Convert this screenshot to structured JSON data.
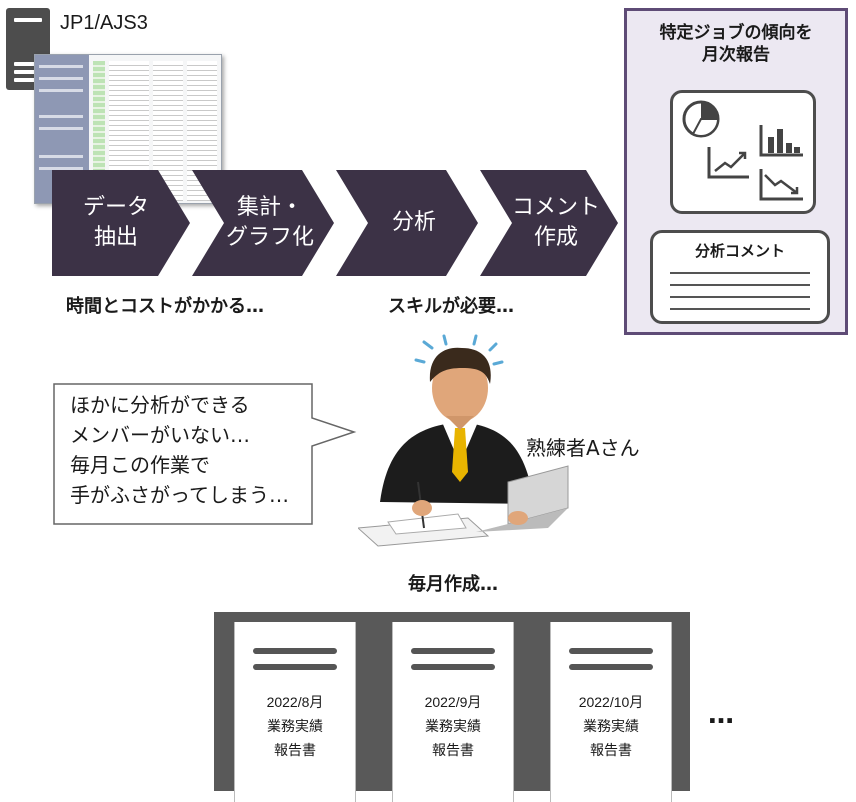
{
  "app": {
    "title": "JP1/AJS3"
  },
  "process_steps": [
    {
      "label": "データ\n抽出"
    },
    {
      "label": "集計・\nグラフ化"
    },
    {
      "label": "分析"
    },
    {
      "label": "コメント\n作成"
    }
  ],
  "notes": {
    "time_cost": "時間とコストがかかる…",
    "skill": "スキルが必要…"
  },
  "report_box": {
    "title": "特定ジョブの傾向を\n月次報告",
    "comment_title": "分析コメント"
  },
  "bubble": {
    "text": "ほかに分析ができる\nメンバーがいない…\n毎月この作業で\n手がふさがってしまう…"
  },
  "expert": {
    "label": "熟練者Aさん"
  },
  "monthly": {
    "label": "毎月作成…"
  },
  "reports": [
    {
      "text": "2022/8月\n業務実績\n報告書"
    },
    {
      "text": "2022/9月\n業務実績\n報告書"
    },
    {
      "text": "2022/10月\n業務実績\n報告書"
    }
  ],
  "more": {
    "label": "…"
  },
  "colors": {
    "chevron": "#3c3246",
    "box_border": "#5e4b76",
    "box_bg": "#ece8f2",
    "doc_frame": "#595959"
  }
}
